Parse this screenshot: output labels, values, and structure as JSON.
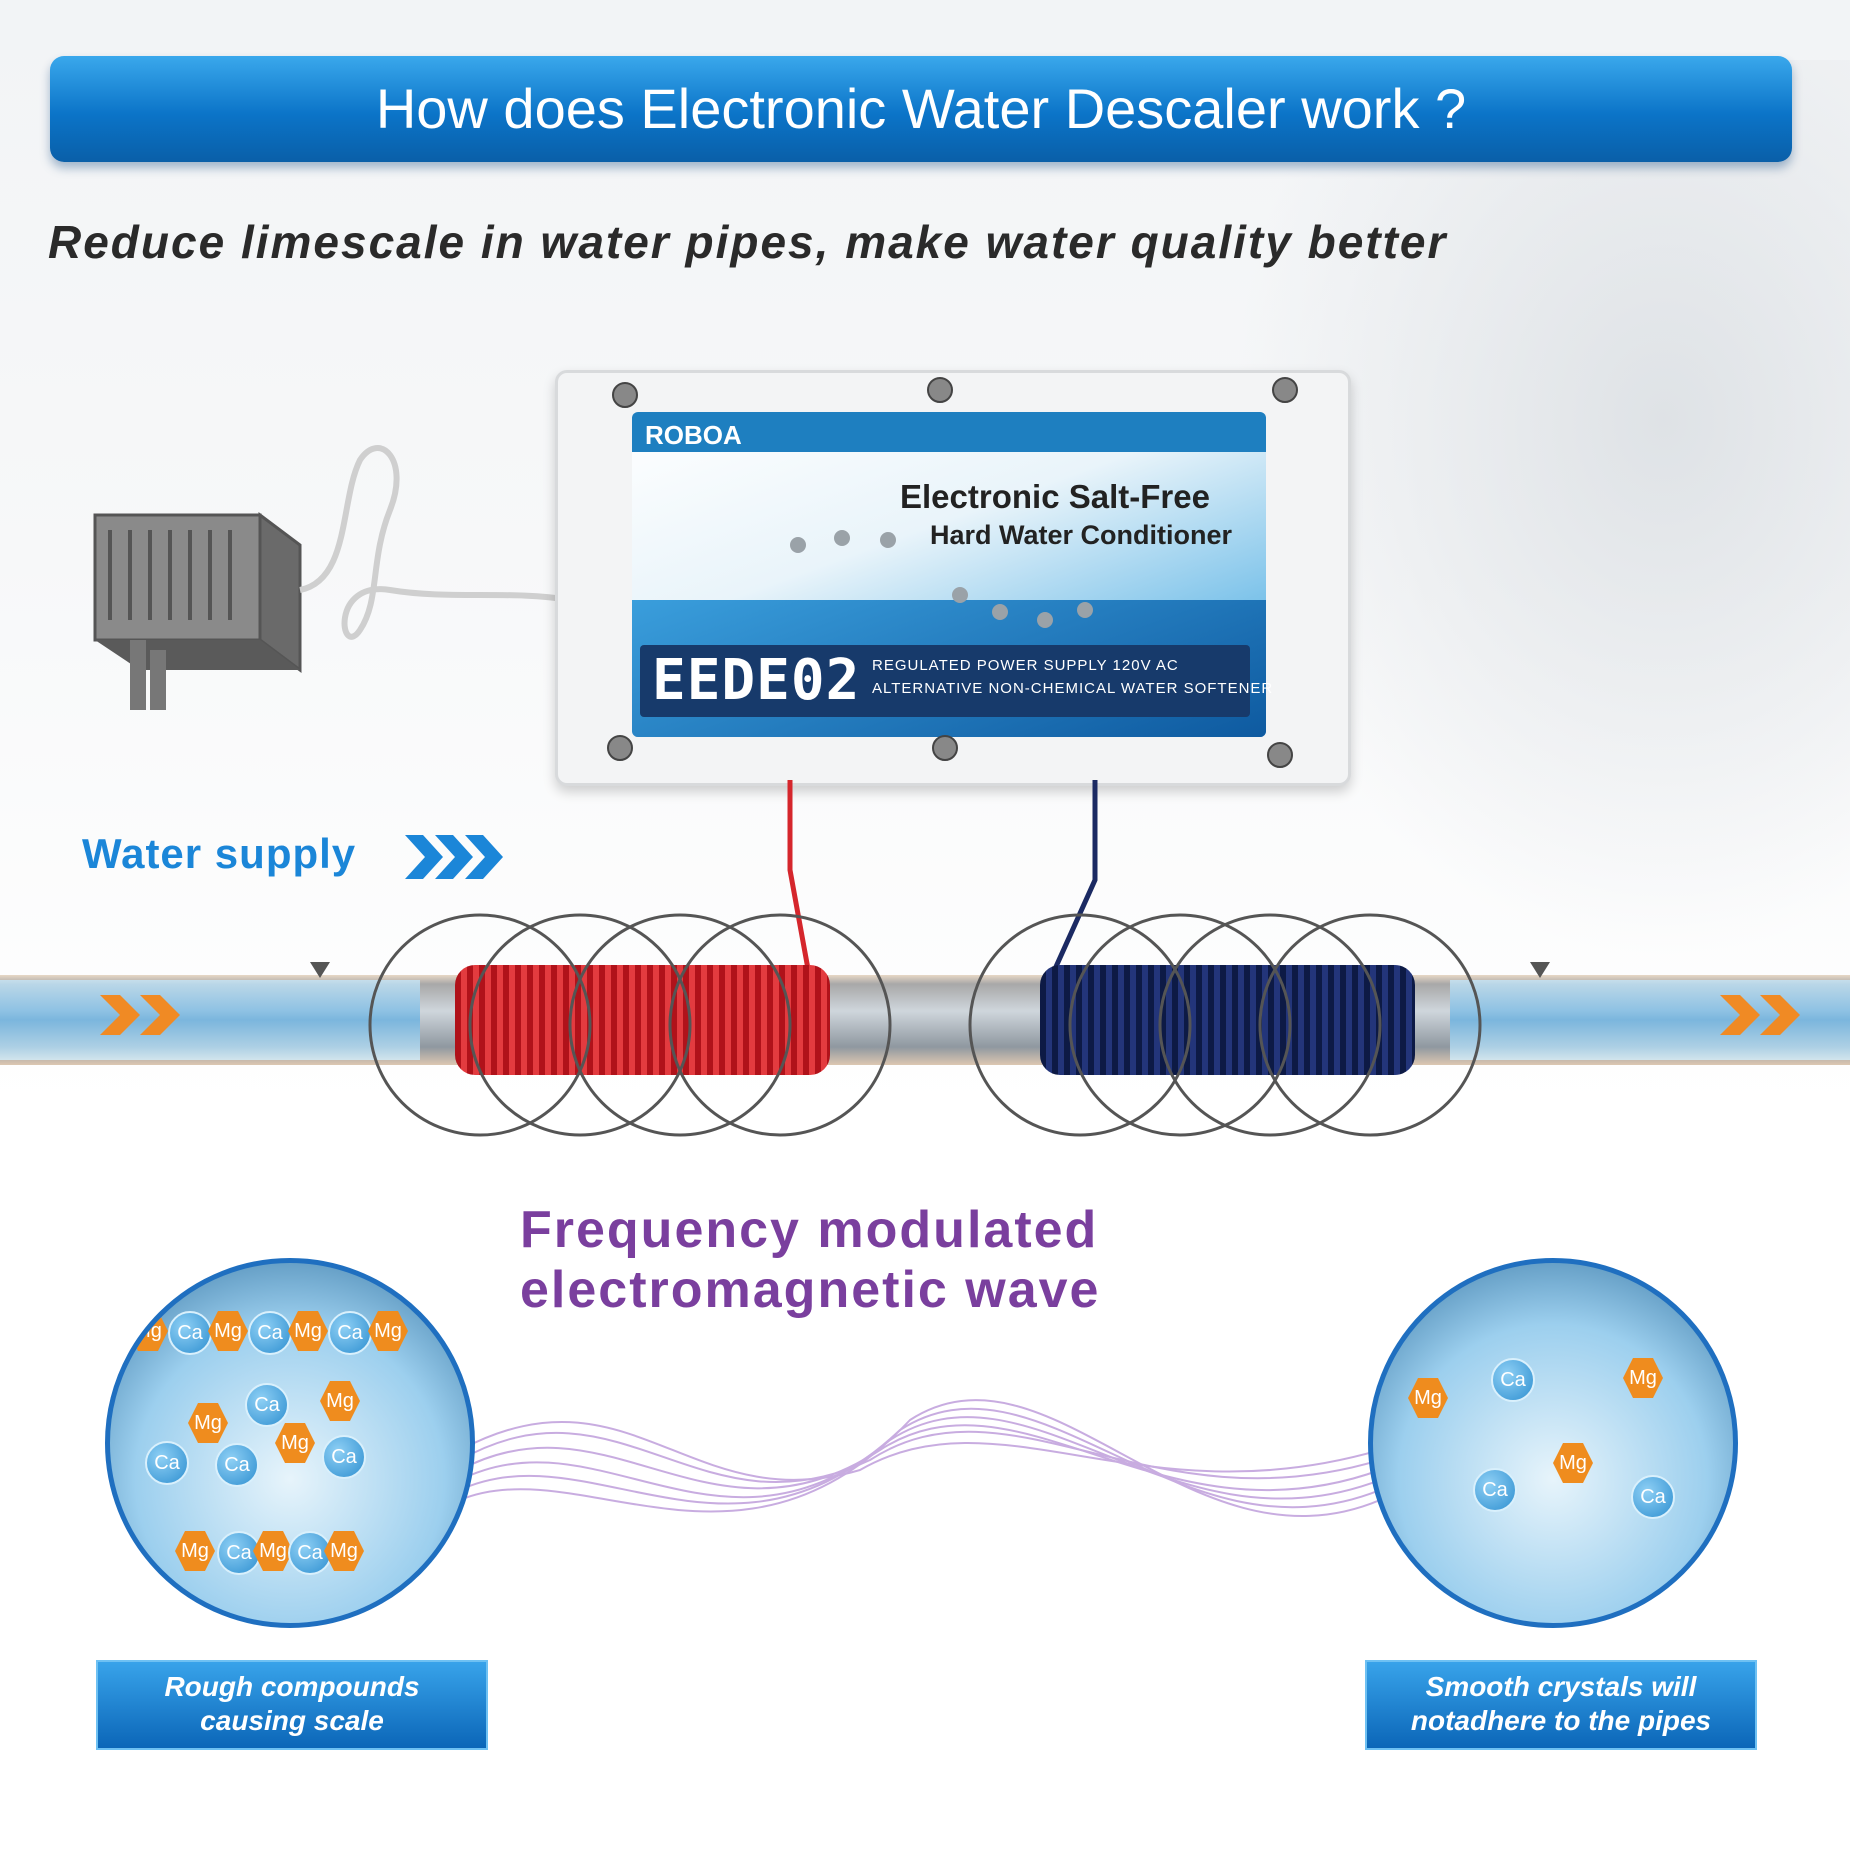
{
  "header": {
    "title": "How does Electronic Water Descaler work ?"
  },
  "subtitle": "Reduce limescale in water pipes, make water quality better",
  "device": {
    "brand": "ROBOA",
    "product_line1": "Electronic Salt-Free",
    "product_line2": "Hard Water Conditioner",
    "model": "EEDE02",
    "spec_line1": "REGULATED POWER SUPPLY 120V AC",
    "spec_line2": "ALTERNATIVE NON-CHEMICAL WATER SOFTENER"
  },
  "flow": {
    "label": "Water supply"
  },
  "wave": {
    "line1": "Frequency modulated",
    "line2": "electromagnetic wave",
    "color": "#7a3f9e"
  },
  "before": {
    "caption_line1": "Rough compounds",
    "caption_line2": "causing scale",
    "ions": [
      "Mg",
      "Ca",
      "Mg",
      "Ca",
      "Mg",
      "Ca",
      "Mg",
      "Ca",
      "Mg",
      "Mg",
      "Ca",
      "Ca",
      "Mg",
      "Ca",
      "Mg",
      "Ca",
      "Mg",
      "Ca",
      "Mg"
    ]
  },
  "after": {
    "caption_line1": "Smooth crystals will",
    "caption_line2": "notadhere to the pipes",
    "ions": [
      "Ca",
      "Mg",
      "Mg",
      "Ca",
      "Mg",
      "Ca"
    ]
  },
  "colors": {
    "banner": "#0b74c8",
    "water_label": "#1b86d8",
    "coil_red": "#d5262c",
    "coil_blue": "#1b2a63"
  }
}
